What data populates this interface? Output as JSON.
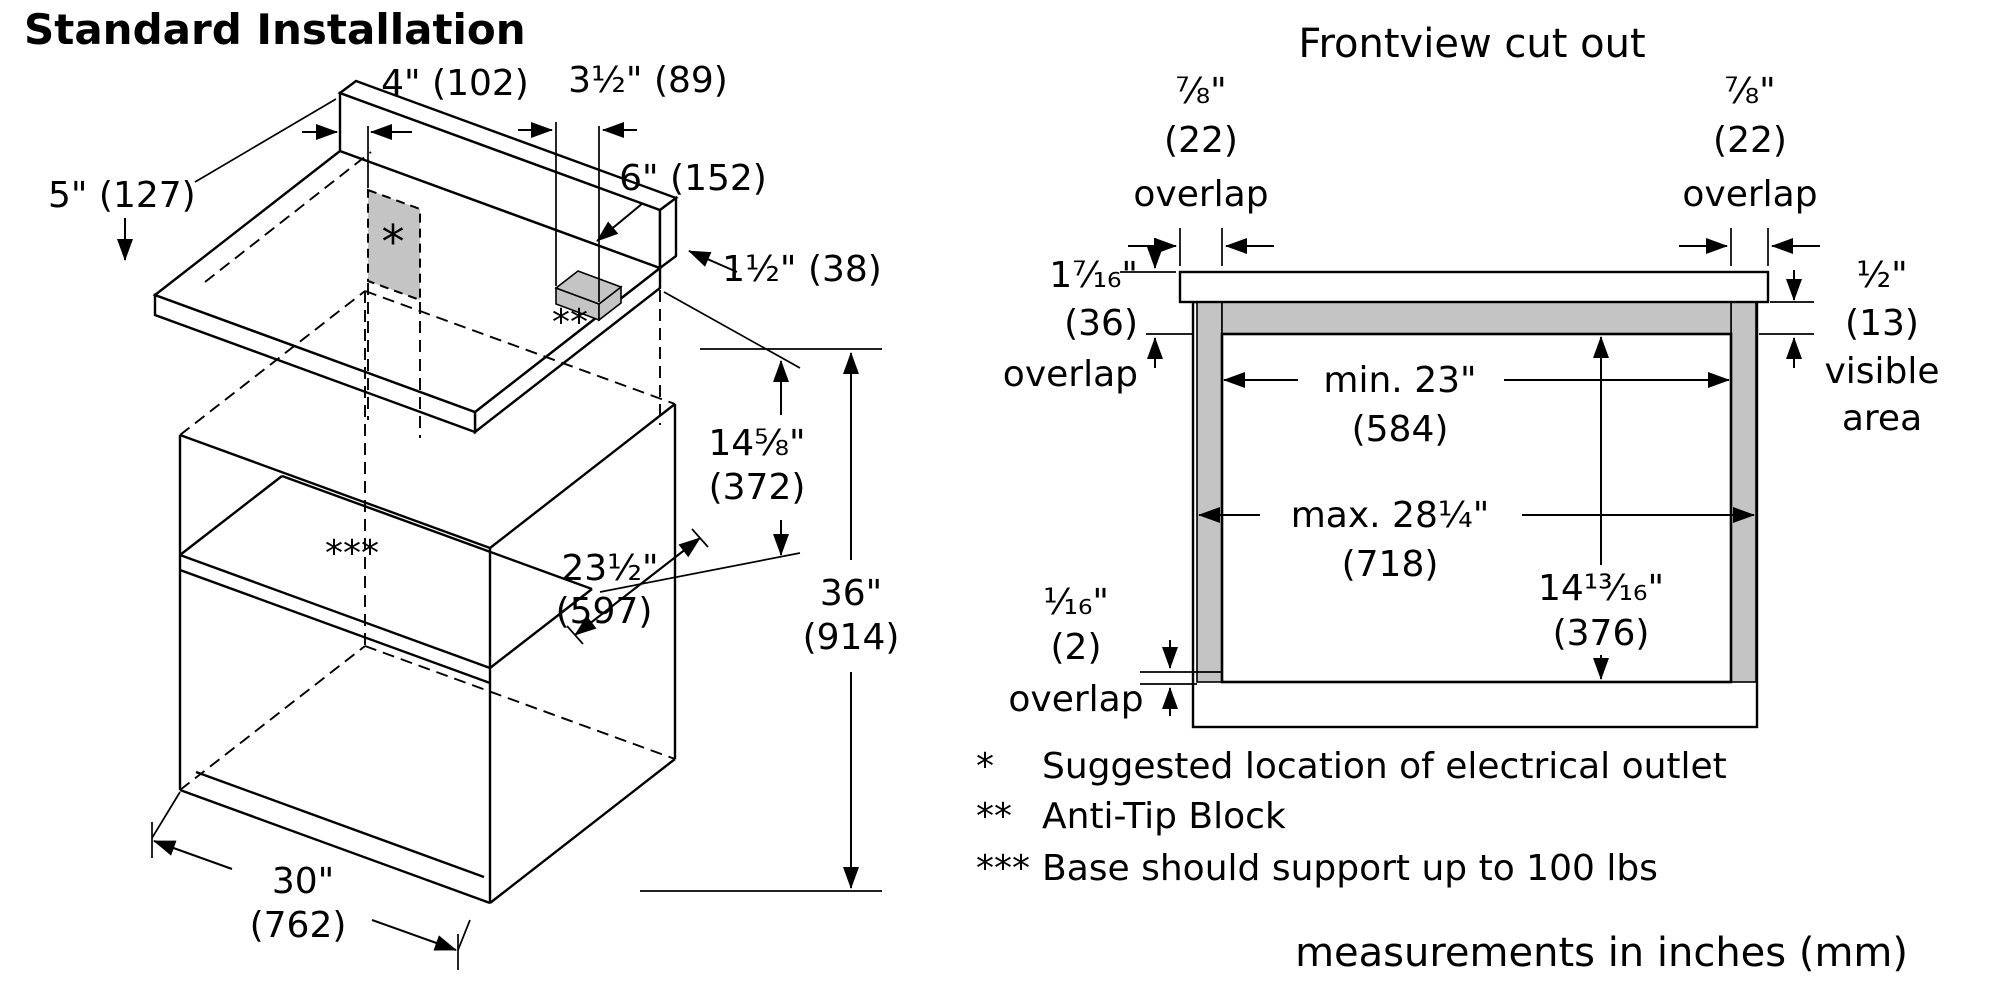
{
  "title": "Standard Installation",
  "left": {
    "dims": {
      "d5": "5\" (127)",
      "d4": "4\" (102)",
      "d35": "3¹⁄₂\" (89)",
      "d6": "6\" (152)",
      "d15": "1¹⁄₂\" (38)",
      "d146_in": "14⁵⁄₈\"",
      "d146_mm": "(372)",
      "d235_in": "23¹⁄₂\"",
      "d235_mm": "(597)",
      "d36_in": "36\"",
      "d36_mm": "(914)",
      "d30_in": "30\"",
      "d30_mm": "(762)"
    },
    "markers": {
      "outlet": "*",
      "antitip": "**",
      "base": "***"
    }
  },
  "right": {
    "title": "Frontview cut out",
    "dims": {
      "overlap_left_in": "⁷⁄₈\"",
      "overlap_left_mm": "(22)",
      "overlap_left_word": "overlap",
      "overlap_right_in": "⁷⁄₈\"",
      "overlap_right_mm": "(22)",
      "overlap_right_word": "overlap",
      "overlap_top_in": "1⁷⁄₁₆\"",
      "overlap_top_mm": "(36)",
      "overlap_top_word": "overlap",
      "visible_in": "¹⁄₂\"",
      "visible_mm": "(13)",
      "visible_word1": "visible",
      "visible_word2": "area",
      "min_width_in": "min. 23\"",
      "min_width_mm": "(584)",
      "max_width_in": "max. 28¹⁄₄\"",
      "max_width_mm": "(718)",
      "height_in": "14¹³⁄₁₆\"",
      "height_mm": "(376)",
      "overlap_bottom_in": "¹⁄₁₆\"",
      "overlap_bottom_mm": "(2)",
      "overlap_bottom_word": "overlap"
    }
  },
  "footnotes": [
    {
      "marker": "*",
      "text": "Suggested location of electrical outlet"
    },
    {
      "marker": "**",
      "text": "Anti-Tip Block"
    },
    {
      "marker": "***",
      "text": "Base should support up to 100 lbs"
    }
  ],
  "units_note": "measurements in inches (mm)",
  "colors": {
    "line": "#000000",
    "shade": "#c4c4c4",
    "background": "#ffffff"
  }
}
